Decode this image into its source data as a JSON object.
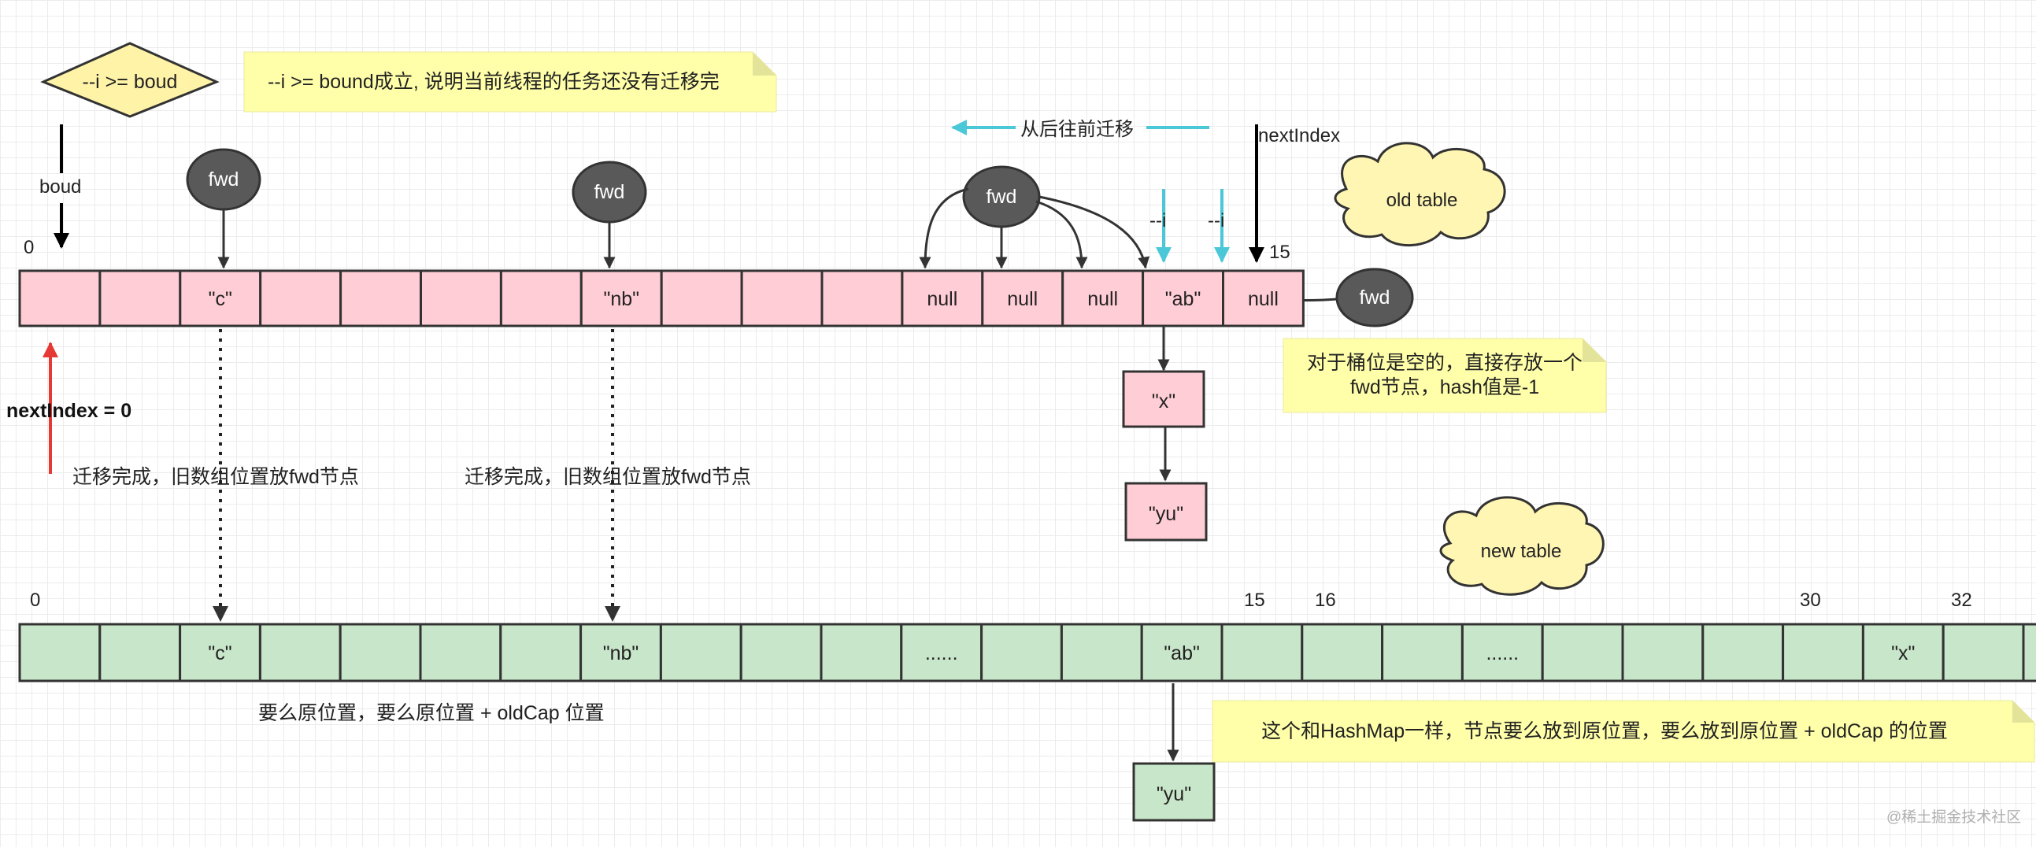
{
  "colors": {
    "old_cell": "#ffcdd5",
    "new_cell": "#c8e6c9",
    "note_bg": "#ffffaa",
    "cloud_bg": "#fff6b3",
    "fwd_node": "#595959",
    "cyan_arrow": "#4bc8d8",
    "red_arrow": "#e53935"
  },
  "decision": {
    "label": "--i >= boud"
  },
  "notes": {
    "top": "--i >= bound成立, 说明当前线程的任务还没有迁移完",
    "empty_bucket_line1": "对于桶位是空的，直接存放一个",
    "empty_bucket_line2": "fwd节点，hash值是-1",
    "hashmap": "这个和HashMap一样，节点要么放到原位置，要么放到原位置 + oldCap 的位置"
  },
  "labels": {
    "boud": "boud",
    "next_index_top": "nextIndex",
    "next_index_zero": "nextIndex = 0",
    "migrate_direction": "从后往前迁移",
    "dec_i_1": "--i",
    "dec_i_2": "--i",
    "migrated_1": "迁移完成，旧数组位置放fwd节点",
    "migrated_2": "迁移完成，旧数组位置放fwd节点",
    "new_position": "要么原位置，要么原位置 + oldCap 位置",
    "watermark": "@稀土掘金技术社区"
  },
  "clouds": {
    "old": "old table",
    "new": "new table"
  },
  "fwd_label": "fwd",
  "old_table": {
    "cells": [
      "",
      "",
      "\"c\"",
      "",
      "",
      "",
      "",
      "\"nb\"",
      "",
      "",
      "",
      "null",
      "null",
      "null",
      "\"ab\"",
      "null"
    ],
    "index_start": "0",
    "index_end": "15"
  },
  "old_chain": [
    "\"x\"",
    "\"yu\""
  ],
  "new_table": {
    "cells": [
      "",
      "",
      "\"c\"",
      "",
      "",
      "",
      "",
      "\"nb\"",
      "",
      "",
      "",
      "......",
      "",
      "",
      "\"ab\"",
      "",
      "",
      "",
      "......",
      "",
      "",
      "",
      "",
      "\"x\"",
      "",
      ""
    ],
    "indices": [
      "0",
      "15",
      "16",
      "30",
      "32"
    ]
  },
  "new_chain": [
    "\"yu\""
  ]
}
